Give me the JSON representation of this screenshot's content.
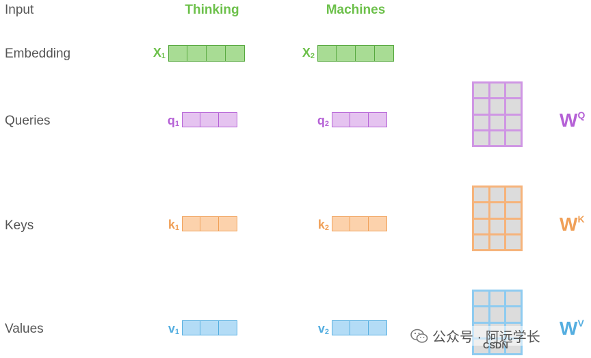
{
  "rows": {
    "input": "Input",
    "embedding": "Embedding",
    "queries": "Queries",
    "keys": "Keys",
    "values": "Values"
  },
  "words": [
    "Thinking",
    "Machines"
  ],
  "embeddings": [
    {
      "letter": "X",
      "sub": "1"
    },
    {
      "letter": "X",
      "sub": "2"
    }
  ],
  "queries": [
    {
      "letter": "q",
      "sub": "1"
    },
    {
      "letter": "q",
      "sub": "2"
    }
  ],
  "keys": [
    {
      "letter": "k",
      "sub": "1"
    },
    {
      "letter": "k",
      "sub": "2"
    }
  ],
  "values": [
    {
      "letter": "v",
      "sub": "1"
    },
    {
      "letter": "v",
      "sub": "2"
    }
  ],
  "matrices": {
    "wq": {
      "letter": "W",
      "sup": "Q"
    },
    "wk": {
      "letter": "W",
      "sup": "K"
    },
    "wv": {
      "letter": "W",
      "sup": "V"
    }
  },
  "colors": {
    "green": "#6cc04a",
    "purple": "#b561d6",
    "orange": "#f0a058",
    "blue": "#55aee0"
  },
  "watermark": {
    "icon": "wechat-icon",
    "text": "公众号 · 阿远学长",
    "csdn": "CSDN"
  }
}
